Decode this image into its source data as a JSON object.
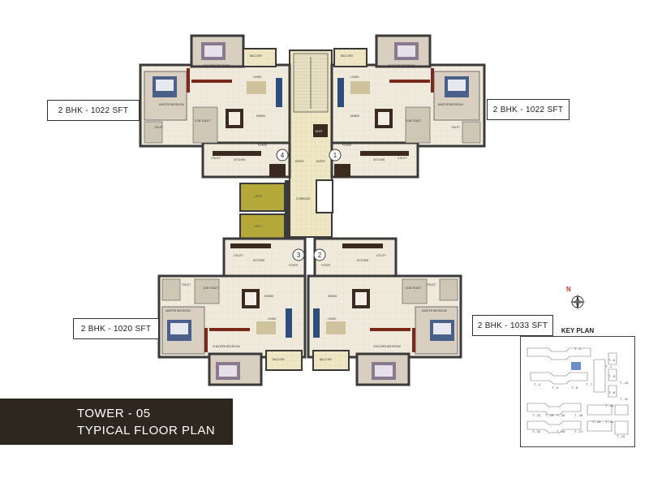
{
  "units": {
    "top_left": "2 BHK  - 1022 SFT",
    "top_right": "2 BHK  - 1022 SFT",
    "bottom_left": "2 BHK - 1020 SFT",
    "bottom_right": "2 BHK - 1033 SFT"
  },
  "title": {
    "line1": "TOWER - 05",
    "line2": "TYPICAL FLOOR PLAN"
  },
  "key_plan": {
    "title": "KEY PLAN",
    "tower_labels": [
      "T - 1",
      "T - 2",
      "T - 3",
      "T - 4",
      "T - 5",
      "T - 6",
      "T - 7",
      "T - 8",
      "T - 9",
      "T - 10",
      "T - 11",
      "T - 12",
      "T - 13",
      "T - 14",
      "T - 15",
      "T - 16",
      "T - 17",
      "T - 18",
      "T - 19",
      "T - 20",
      "T - 21",
      "T - 22"
    ]
  },
  "compass": {
    "label": "N"
  },
  "rooms": {
    "balcony": "BALCONY",
    "children_bedroom": "CHILDREN BEDROOM",
    "master_bedroom": "MASTER BEDROOM",
    "living": "LIVING",
    "dining": "DINING",
    "kitchen": "KITCHEN",
    "utility": "UTILITY",
    "toilet": "TOILET",
    "com_toilet": "COM TOILET",
    "foyer": "FOYER",
    "entry": "ENTRY",
    "duct": "DUCT",
    "corridor": "CORRIDOR",
    "lift1": "LIFT 1",
    "lift2": "LIFT 2"
  },
  "unit_numbers": [
    "1",
    "2",
    "3",
    "4"
  ],
  "colors": {
    "title_bg": "#2e2720",
    "wall": "#3a3a3a",
    "floor": "#ece7d8",
    "tile": "#efe6b0",
    "lift": "#b5a83a",
    "bedroom_floor": "#d9cfc0",
    "furniture_dark": "#3a2a20",
    "bed_blue": "#4a5f8a"
  }
}
